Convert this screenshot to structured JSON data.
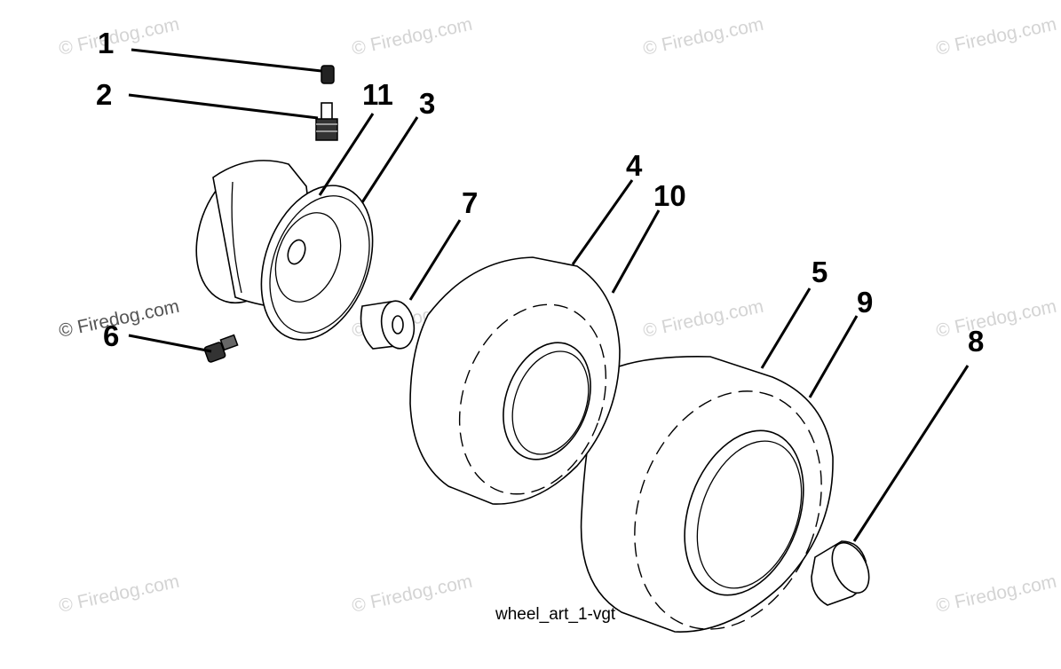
{
  "diagram": {
    "caption": "wheel_art_1-vgt",
    "watermark": "© Firedog.com",
    "callouts": [
      "1",
      "2",
      "11",
      "3",
      "7",
      "4",
      "10",
      "5",
      "9",
      "8",
      "6"
    ]
  }
}
